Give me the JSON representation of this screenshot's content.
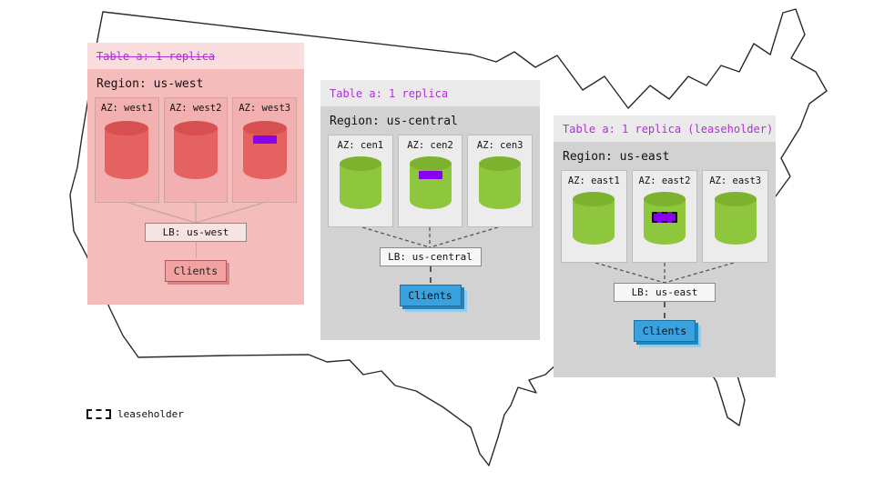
{
  "legend": {
    "label": "leaseholder"
  },
  "colors": {
    "title_text": "#b02fd6",
    "replica_marker": "#8802f0",
    "west_panel_bg": "#f5bcbc",
    "gray_panel_bg": "#d2d2d2",
    "red_cylinder": "#e46262",
    "green_cylinder": "#8ec63d",
    "clients_blue": "#38a1de"
  },
  "panels": [
    {
      "title": "Table a: 1 replica",
      "title_struck_through": true,
      "region": "Region: us-west",
      "azs": [
        {
          "label": "AZ: west1",
          "has_replica": false,
          "is_leaseholder": false
        },
        {
          "label": "AZ: west2",
          "has_replica": false,
          "is_leaseholder": false
        },
        {
          "label": "AZ: west3",
          "has_replica": true,
          "is_leaseholder": false
        }
      ],
      "lb": "LB: us-west",
      "clients": "Clients"
    },
    {
      "title": "Table a: 1 replica",
      "title_struck_through": false,
      "region": "Region: us-central",
      "azs": [
        {
          "label": "AZ: cen1",
          "has_replica": false,
          "is_leaseholder": false
        },
        {
          "label": "AZ: cen2",
          "has_replica": true,
          "is_leaseholder": false
        },
        {
          "label": "AZ: cen3",
          "has_replica": false,
          "is_leaseholder": false
        }
      ],
      "lb": "LB: us-central",
      "clients": "Clients"
    },
    {
      "title": "Table a: 1 replica (leaseholder)",
      "title_struck_through": false,
      "region": "Region: us-east",
      "azs": [
        {
          "label": "AZ: east1",
          "has_replica": false,
          "is_leaseholder": false
        },
        {
          "label": "AZ: east2",
          "has_replica": true,
          "is_leaseholder": true
        },
        {
          "label": "AZ: east3",
          "has_replica": false,
          "is_leaseholder": false
        }
      ],
      "lb": "LB: us-east",
      "clients": "Clients"
    }
  ]
}
